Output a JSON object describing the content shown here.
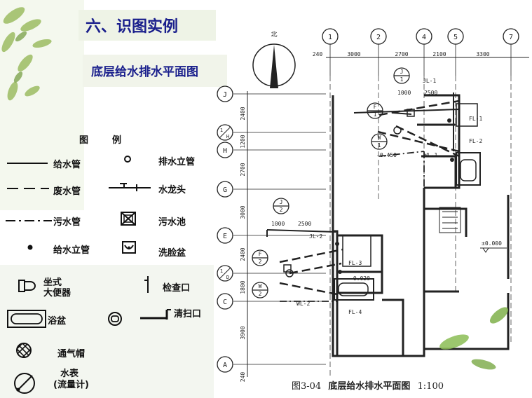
{
  "slide": {
    "title": "六、识图实例",
    "subtitle": "底层给水排水平面图"
  },
  "legend": {
    "heading_left": "图",
    "heading_right": "例",
    "items": {
      "supply": "给水管",
      "waste": "废水管",
      "sewage": "污水管",
      "supply_riser": "给水立管",
      "drain_riser": "排水立管",
      "faucet": "水龙头",
      "sink": "污水池",
      "basin": "洗脸盆",
      "toilet_l1": "坐式",
      "toilet_l2": "大便器",
      "inspection": "检查口",
      "bathtub": "浴盆",
      "cleanout": "清扫口",
      "vent_cap": "通气帽",
      "meter_l1": "水表",
      "meter_l2": "(流量计)"
    }
  },
  "plan": {
    "north": "北",
    "columns": [
      "1",
      "2",
      "4",
      "5",
      "7"
    ],
    "col_dims": [
      "240",
      "3000",
      "2700",
      "2100",
      "3300"
    ],
    "rows": [
      "J",
      "1/H",
      "H",
      "G",
      "E",
      "1/D",
      "C",
      "A"
    ],
    "row_dims": [
      "2400",
      "1200",
      "2700",
      "3000",
      "2400",
      "1800",
      "3900",
      "240"
    ],
    "tags": {
      "J1_num": "J",
      "J1_den": "1",
      "F1_num": "F",
      "F1_den": "1",
      "W1_num": "W",
      "W1_den": "1",
      "J2_num": "J",
      "J2_den": "2",
      "F2_num": "F",
      "F2_den": "2",
      "W2_num": "W",
      "W2_den": "2"
    },
    "labels": {
      "jl1": "JL-1",
      "d1000a": "1000",
      "d2500a": "2500",
      "fl1": "FL-1",
      "fl2": "FL-2",
      "wl1": "WL-1",
      "lvl1": "-0.450",
      "d1000b": "1000",
      "d2500b": "2500",
      "jl2": "JL-2",
      "fl3": "FL-3",
      "lvl2": "-0.020",
      "wl2": "WL-2",
      "fl4": "FL-4",
      "pm0": "±0.000"
    }
  },
  "caption": {
    "figure_no": "图3-04",
    "title": "底层给水排水平面图",
    "scale": "1:100"
  }
}
